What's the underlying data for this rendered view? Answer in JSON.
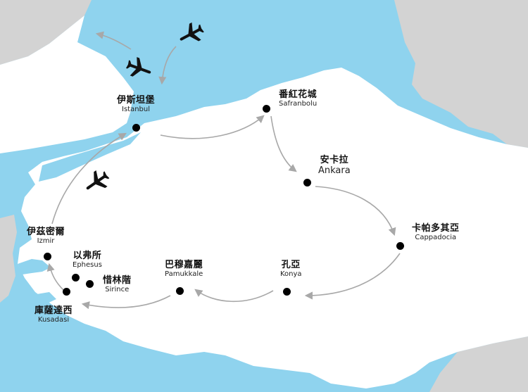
{
  "colors": {
    "sea": "#8fd3ee",
    "land": "#ffffff",
    "neighbor_land": "#d3d3d3",
    "route": "#a8a8a8",
    "dot": "#000000"
  },
  "icons": [
    "airplane-icon"
  ],
  "cities": [
    {
      "key": "istanbul",
      "zh": "伊斯坦堡",
      "en": "Istanbul"
    },
    {
      "key": "safranbolu",
      "zh": "番紅花城",
      "en": "Safranbolu"
    },
    {
      "key": "ankara",
      "zh": "安卡拉",
      "en": "Ankara"
    },
    {
      "key": "cappadocia",
      "zh": "卡帕多其亞",
      "en": "Cappadocia"
    },
    {
      "key": "konya",
      "zh": "孔亞",
      "en": "Konya"
    },
    {
      "key": "pamukkale",
      "zh": "巴穆嘉麗",
      "en": "Pamukkale"
    },
    {
      "key": "sirince",
      "zh": "惜林階",
      "en": "Sirince"
    },
    {
      "key": "ephesus",
      "zh": "以弗所",
      "en": "Ephesus"
    },
    {
      "key": "kusadasi",
      "zh": "庫薩達西",
      "en": "Kusadasi"
    },
    {
      "key": "izmir",
      "zh": "伊茲密爾",
      "en": "Izmir"
    }
  ]
}
